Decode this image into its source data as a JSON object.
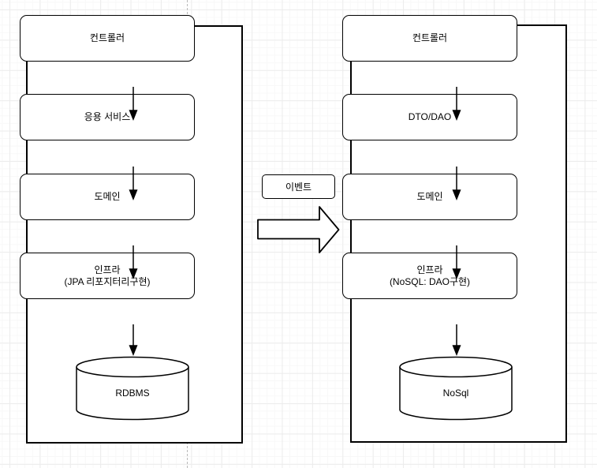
{
  "middle": {
    "event_label": "이벤트"
  },
  "left": {
    "boxes": [
      {
        "label": "컨트롤러"
      },
      {
        "label": "응용 서비스"
      },
      {
        "label": "도메인"
      },
      {
        "label": "인프라",
        "sublabel": "(JPA 리포지터리구현)"
      }
    ],
    "database": {
      "label": "RDBMS"
    }
  },
  "right": {
    "boxes": [
      {
        "label": "컨트롤러"
      },
      {
        "label": "DTO/DAO"
      },
      {
        "label": "도메인"
      },
      {
        "label": "인프라",
        "sublabel": "(NoSQL: DAO구현)"
      }
    ],
    "database": {
      "label": "NoSql"
    }
  },
  "colors": {
    "stroke": "#000000",
    "shape_fill": "#ffffff",
    "text": "#000000",
    "grid_major": "#ececec",
    "grid_minor": "#f8f8f8",
    "page_divider": "#b9b9b9"
  }
}
